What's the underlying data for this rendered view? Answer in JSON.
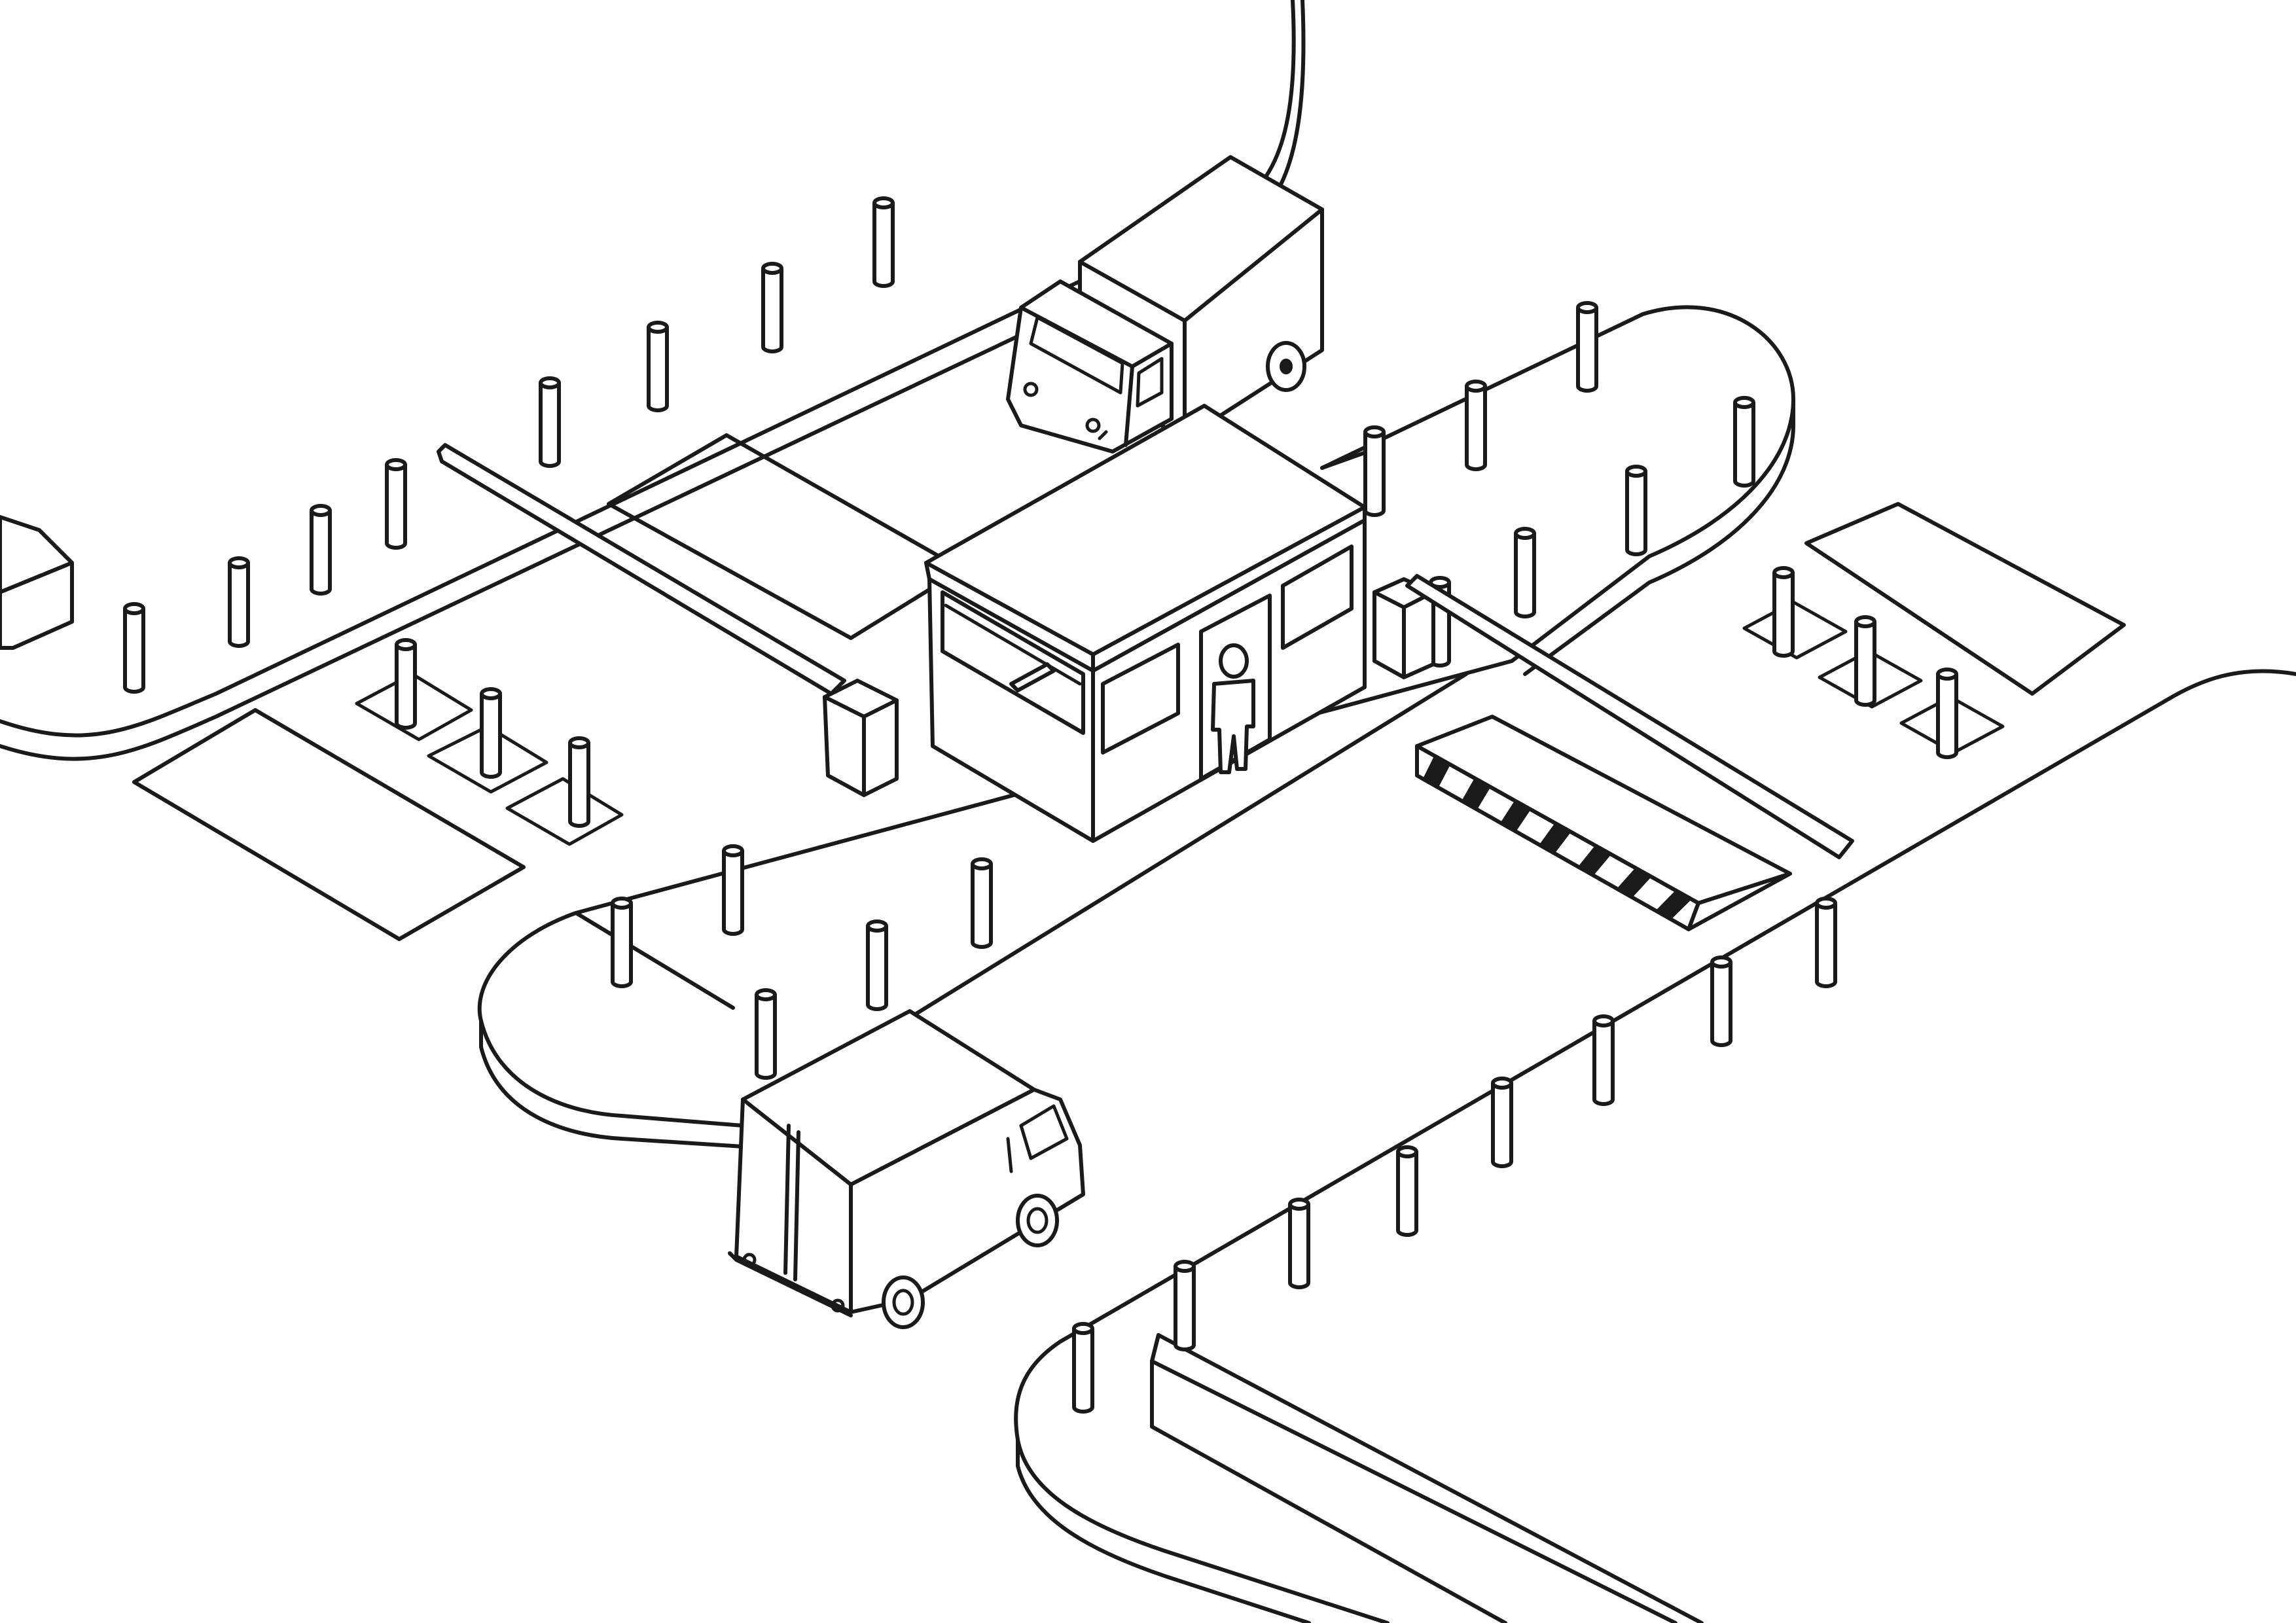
{
  "scene": {
    "colors": {
      "ink": "#1a1a1a",
      "paper": "#ffffff"
    },
    "elements": [
      "guard-booth",
      "boom-barrier-left",
      "boom-barrier-right",
      "road-blocker",
      "truck-top",
      "van-bottom",
      "guard-figure",
      "bollards",
      "parking-bays",
      "curbs",
      "trailer-left"
    ]
  }
}
